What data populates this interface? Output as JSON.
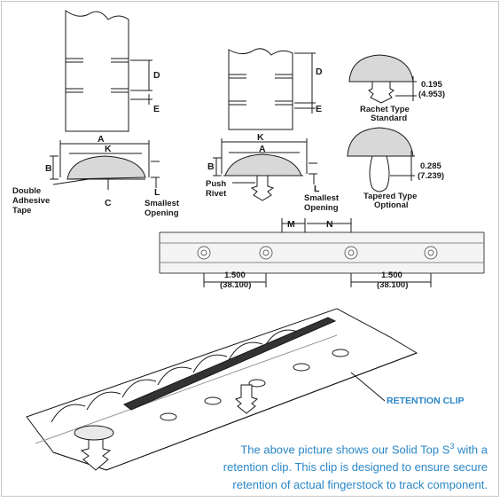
{
  "labels": {
    "left": {
      "A": "A",
      "K": "K",
      "B": "B",
      "C": "C",
      "D": "D",
      "E": "E",
      "L": "L",
      "tape_line1": "Double",
      "tape_line2": "Adhesive",
      "tape_line3": "Tape",
      "smallest_line1": "Smallest",
      "smallest_line2": "Opening"
    },
    "middle": {
      "K": "K",
      "A": "A",
      "B": "B",
      "D": "D",
      "E": "E",
      "L": "L",
      "rivet_line1": "Push",
      "rivet_line2": "Rivet",
      "smallest_line1": "Smallest",
      "smallest_line2": "Opening"
    },
    "rachet": {
      "dim1": "0.195",
      "dim2": "(4.953)",
      "name1": "Rachet Type",
      "name2": "Standard"
    },
    "tapered": {
      "dim1": "0.285",
      "dim2": "(7.239)",
      "name1": "Tapered Type",
      "name2": "Optional"
    },
    "strip": {
      "M": "M",
      "N": "N",
      "pitch_left1": "1.500",
      "pitch_left2": "(38.100)",
      "pitch_right1": "1.500",
      "pitch_right2": "(38.100)"
    },
    "callout": "RETENTION CLIP"
  },
  "caption_parts": {
    "before": "The above picture shows our Solid Top S",
    "superscript": "3",
    "after": " with a retention clip. This clip is designed to ensure secure retention of actual fingerstock to track component."
  },
  "colors": {
    "accent": "#2a86c7",
    "line": "#1a1a1a",
    "frame": "#c8c8c8"
  }
}
